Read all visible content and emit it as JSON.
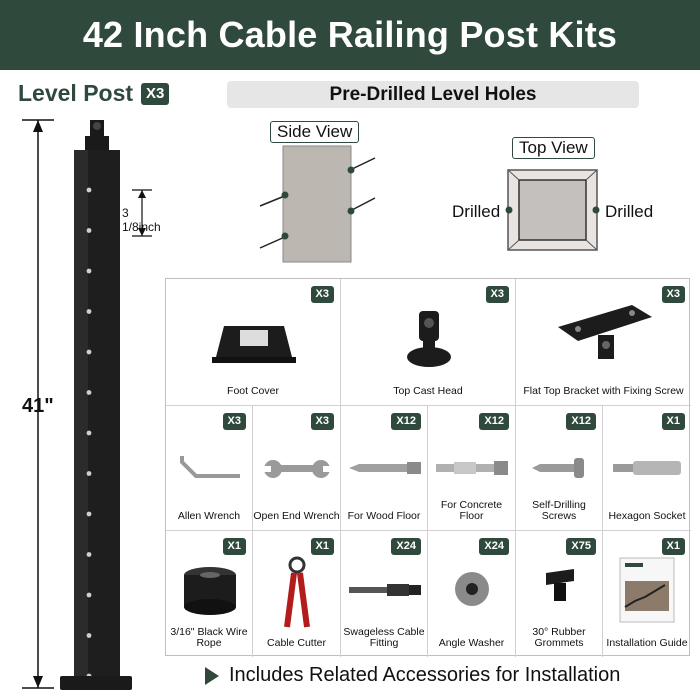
{
  "header": {
    "title": "42 Inch Cable Railing Post Kits"
  },
  "level_post": {
    "label": "Level Post",
    "qty": "X3"
  },
  "post_dims": {
    "height": "41\"",
    "hole_spacing": "3 1/8inch"
  },
  "predrilled": {
    "title": "Pre-Drilled Level Holes",
    "side_view": "Side View",
    "top_view": "Top View",
    "drilled_left": "Drilled",
    "drilled_right": "Drilled"
  },
  "items": [
    {
      "label": "Foot Cover",
      "qty": "X3"
    },
    {
      "label": "Top Cast Head",
      "qty": "X3"
    },
    {
      "label": "Flat Top Bracket with Fixing Screw",
      "qty": "X3"
    },
    {
      "label": "Allen Wrench",
      "qty": "X3"
    },
    {
      "label": "Open End Wrench",
      "qty": "X3"
    },
    {
      "label": "For Wood Floor",
      "qty": "X12"
    },
    {
      "label": "For Concrete Floor",
      "qty": "X12"
    },
    {
      "label": "Self-Drilling Screws",
      "qty": "X12"
    },
    {
      "label": "Hexagon Socket",
      "qty": "X1"
    },
    {
      "label": "3/16\" Black Wire Rope",
      "qty": "X1"
    },
    {
      "label": "Cable Cutter",
      "qty": "X1"
    },
    {
      "label": "Swageless Cable Fitting",
      "qty": "X24"
    },
    {
      "label": "Angle Washer",
      "qty": "X24"
    },
    {
      "label": "30° Rubber Grommets",
      "qty": "X75"
    },
    {
      "label": "Installation Guide",
      "qty": "X1"
    }
  ],
  "footer": {
    "text": "Includes Related Accessories for Installation"
  },
  "colors": {
    "brand": "#2f4a3d",
    "bar": "#e6e6e6",
    "post": "#1a1a1a"
  }
}
